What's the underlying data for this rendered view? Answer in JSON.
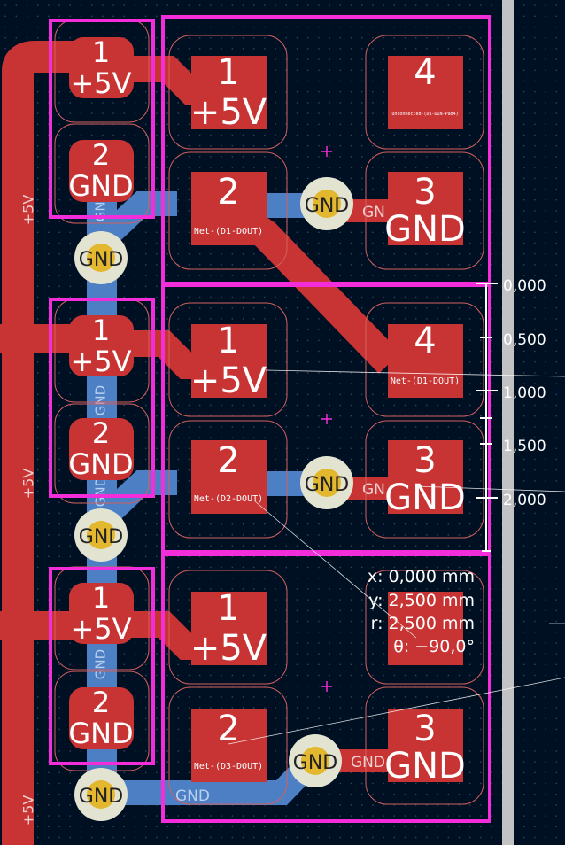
{
  "colors": {
    "background": "#001023",
    "front_copper": "#c83434",
    "back_copper": "#4d7fc4",
    "silkscreen": "#f22dd9",
    "via_ring": "#e3e3d2",
    "via_hole": "#e3b72e",
    "courtyard": "#d4605f",
    "ruler": "#ffffff",
    "edge_rail": "#c2c2c2"
  },
  "icons": {
    "via": "via-icon",
    "anchor": "anchor-cross-icon"
  },
  "labels": {
    "pad1_num": "1",
    "pad2_num": "2",
    "pad3_num": "3",
    "pad4_num": "4",
    "plus5v": "+5V",
    "gnd": "GND",
    "gnd_short": "GN",
    "tiny_pad4": "unconnected-(D1-DIN-Pad4)"
  },
  "nets": {
    "d1_dout": "Net-(D1-DOUT)",
    "d2_dout": "Net-(D2-DOUT)",
    "d3_dout": "Net-(D3-DOUT)"
  },
  "ruler": {
    "ticks": [
      "0,000",
      "0,500",
      "1,000",
      "1,500",
      "2,000"
    ]
  },
  "readout": {
    "x": "x: 0,000 mm",
    "y": "y: 2,500 mm",
    "r": "r: 2,500 mm",
    "theta": "θ: −90,0°"
  }
}
